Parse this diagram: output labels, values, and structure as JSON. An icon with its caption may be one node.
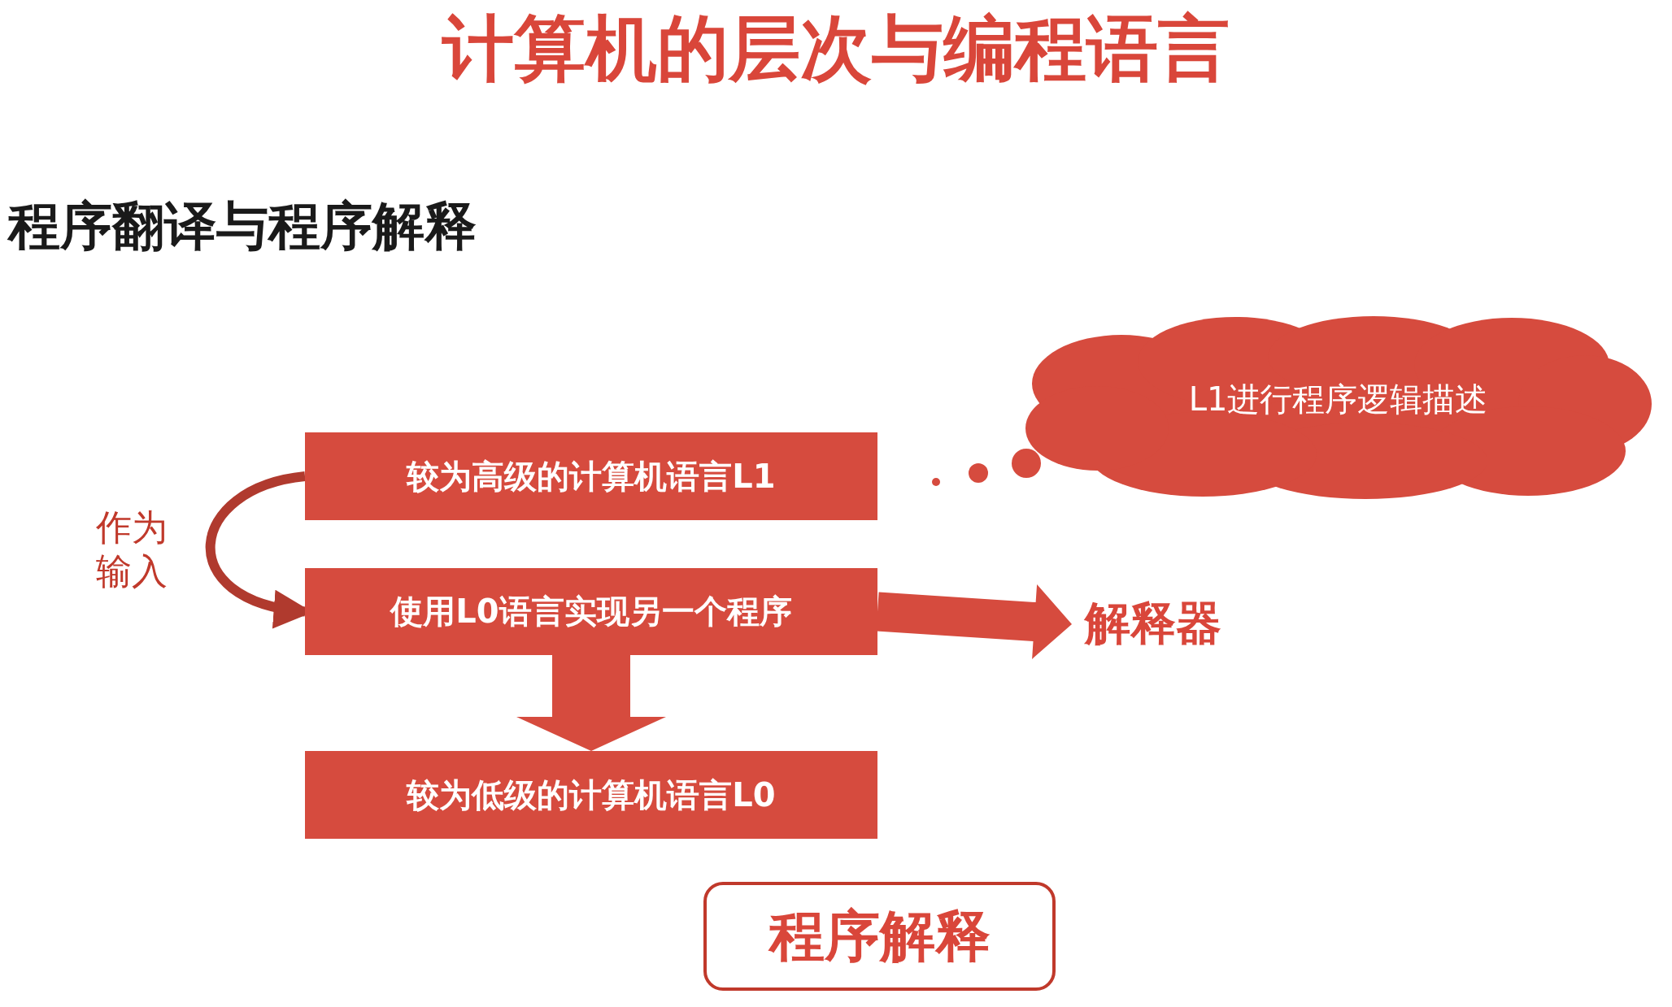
{
  "diagram": {
    "title": "计算机的层次与编程语言",
    "nodes": [
      {
        "text": [
          "较为高级的计算机语言L1"
        ]
      },
      {
        "text": [
          "使用L0语言实现另一个程序"
        ]
      },
      {
        "text": [
          "较为低级的计算机语言L0"
        ]
      },
      {
        "text": [
          "L1进行程序逻辑描述"
        ]
      },
      {
        "text": [
          "解释器"
        ]
      },
      {
        "text": [
          "程序解释"
        ]
      }
    ],
    "edges": [
      {
        "from": 0,
        "to": 1,
        "arrow": "to",
        "label": "作为输入"
      },
      {
        "from": 1,
        "to": 2,
        "arrow": "to",
        "style": "thick"
      },
      {
        "from": 1,
        "to": 4,
        "arrow": "to",
        "style": "thick"
      }
    ],
    "labels": [
      "程序翻译与程序解释"
    ]
  }
}
